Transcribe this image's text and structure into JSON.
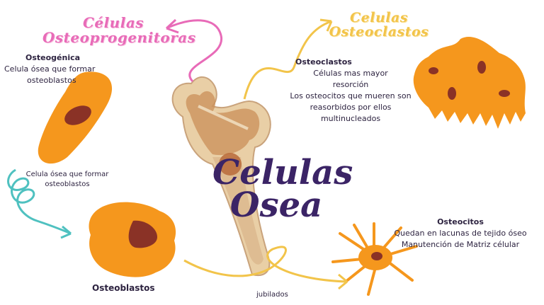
{
  "titles": {
    "progenitoras": [
      "Células",
      "Osteoprogenitoras"
    ],
    "osteoclastos": [
      "Celulas",
      "Osteoclastos"
    ],
    "main": [
      "Celulas",
      "Osea"
    ]
  },
  "osteogenica": {
    "heading": "Osteogénica",
    "lines": [
      "Celula ósea que formar",
      "osteoblastos"
    ]
  },
  "spiral_note": {
    "lines": [
      "Celula ósea que formar",
      "osteoblastos"
    ]
  },
  "osteoblastos": {
    "label": "Osteoblastos"
  },
  "osteoclastos_info": {
    "heading": "Osteoclastos",
    "lines": [
      "Células mas mayor",
      "resorción",
      "Los osteocitos que mueren son",
      "reasorbidos por ellos",
      "multinucleados"
    ]
  },
  "osteocitos": {
    "heading": "Osteocitos",
    "lines": [
      "Quedan en lacunas de tejido óseo",
      "Manutención de Matriz célular"
    ]
  },
  "jubilados": "jubilados",
  "colors": {
    "cell_orange": "#f5971d",
    "nucleus": "#8a3226",
    "pink_accent": "#e86bb8",
    "yellow_accent": "#f2c44a",
    "teal_accent": "#4fc1c0",
    "title_purple": "#3b2466"
  }
}
